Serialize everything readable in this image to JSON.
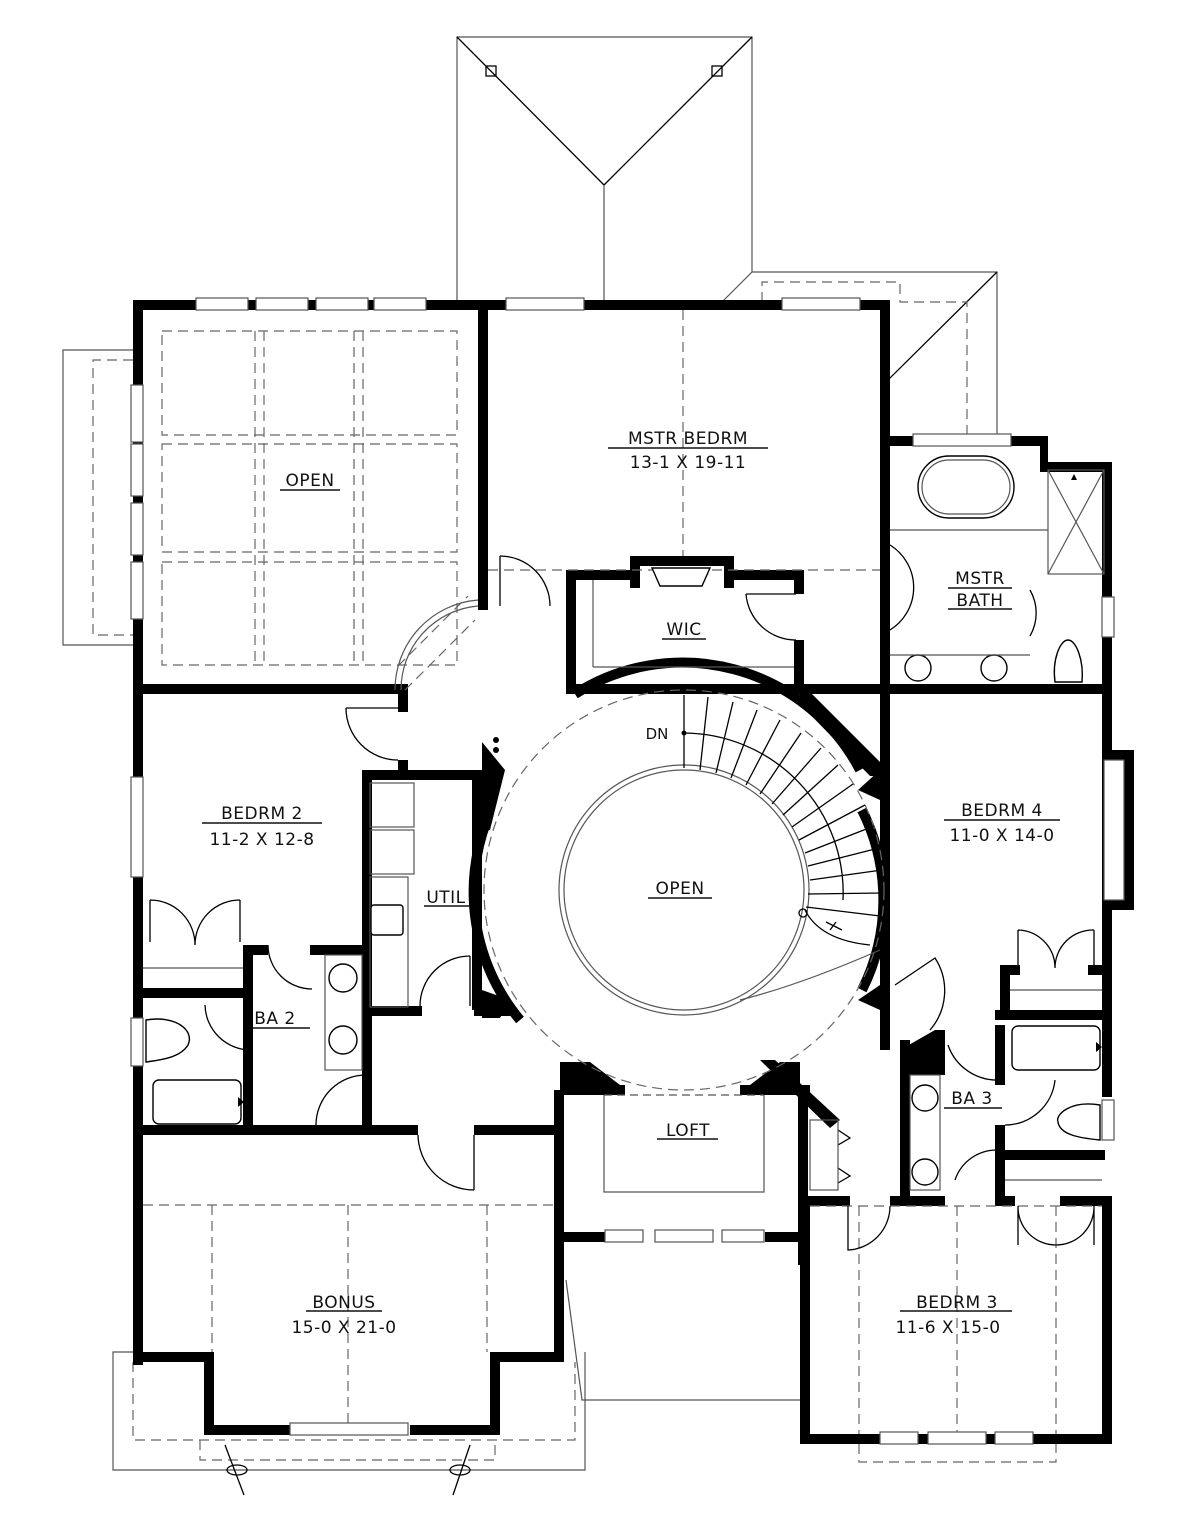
{
  "plan": {
    "rooms": [
      {
        "id": "open-upper-left",
        "name": "OPEN",
        "dims": ""
      },
      {
        "id": "master-bedroom",
        "name": "MSTR BEDRM",
        "dims": "13-1 X 19-11"
      },
      {
        "id": "master-bath",
        "name": "MSTR",
        "name2": "BATH",
        "dims": ""
      },
      {
        "id": "wic",
        "name": "WIC",
        "dims": ""
      },
      {
        "id": "bedroom-2",
        "name": "BEDRM 2",
        "dims": "11-2 X 12-8"
      },
      {
        "id": "utility",
        "name": "UTIL",
        "dims": ""
      },
      {
        "id": "open-center",
        "name": "OPEN",
        "dims": ""
      },
      {
        "id": "bedroom-4",
        "name": "BEDRM 4",
        "dims": "11-0 X 14-0"
      },
      {
        "id": "bath-2",
        "name": "BA 2",
        "dims": ""
      },
      {
        "id": "bath-3",
        "name": "BA 3",
        "dims": ""
      },
      {
        "id": "loft",
        "name": "LOFT",
        "dims": ""
      },
      {
        "id": "bonus",
        "name": "BONUS",
        "dims": "15-0 X 21-0"
      },
      {
        "id": "bedroom-3",
        "name": "BEDRM 3",
        "dims": "11-6 X 15-0"
      }
    ],
    "stair": {
      "direction_label": "DN"
    },
    "colors": {
      "wall": "#000000",
      "line": "#555555",
      "background": "#ffffff"
    }
  }
}
